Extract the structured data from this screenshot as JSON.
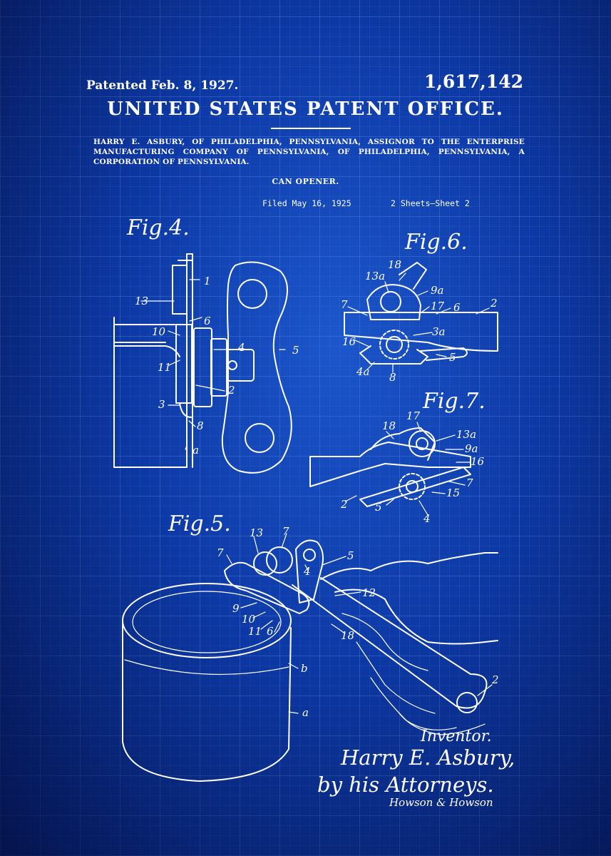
{
  "header": {
    "patented_date": "Patented Feb. 8, 1927.",
    "patent_number": "1,617,142",
    "office": "UNITED STATES PATENT OFFICE.",
    "assignment": "HARRY E. ASBURY, OF PHILADELPHIA, PENNSYLVANIA, ASSIGNOR TO THE ENTERPRISE MANUFACTURING COMPANY OF PENNSYLVANIA, OF PHILADELPHIA, PENNSYLVANIA, A CORPORATION OF PENNSYLVANIA.",
    "subject": "CAN OPENER.",
    "filed": "Filed May 16, 1925",
    "sheets": "2 Sheets–Sheet 2"
  },
  "figures": {
    "fig4": "Fig.4.",
    "fig5": "Fig.5.",
    "fig6": "Fig.6.",
    "fig7": "Fig.7."
  },
  "reference_labels": {
    "fig4": [
      "1",
      "13",
      "6",
      "10",
      "4",
      "5",
      "11",
      "2",
      "3",
      "8",
      "a"
    ],
    "fig6": [
      "18",
      "13a",
      "9a",
      "7",
      "17",
      "6",
      "2",
      "16",
      "3a",
      "5",
      "4a",
      "8"
    ],
    "fig7": [
      "17",
      "18",
      "13a",
      "9a",
      "16",
      "7",
      "2",
      "5",
      "15",
      "4"
    ],
    "fig5": [
      "7",
      "13",
      "7",
      "5",
      "4",
      "12",
      "9",
      "10",
      "11",
      "6",
      "18",
      "b",
      "a",
      "2"
    ]
  },
  "signature": {
    "inventor_label": "Inventor.",
    "inventor_name": "Harry E. Asbury,",
    "attorneys_line": "by his Attorneys.",
    "attorney_signature": "Howson & Howson"
  },
  "colors": {
    "background": "#0d3aa6",
    "ink": "#ffffff",
    "grid": "#96beff"
  }
}
